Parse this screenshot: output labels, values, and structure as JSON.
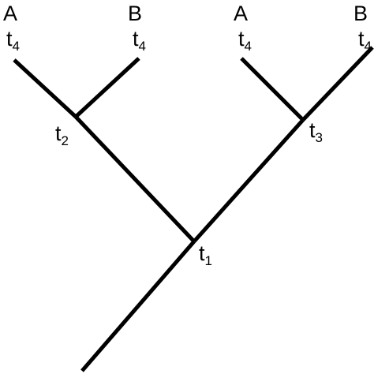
{
  "diagram": {
    "time_symbol": "t",
    "tips": [
      {
        "taxon": "A",
        "time_subscript": "4"
      },
      {
        "taxon": "B",
        "time_subscript": "4"
      },
      {
        "taxon": "A",
        "time_subscript": "4"
      },
      {
        "taxon": "B",
        "time_subscript": "4"
      }
    ],
    "internal_nodes": [
      {
        "time_subscript": "2"
      },
      {
        "time_subscript": "1"
      },
      {
        "time_subscript": "3"
      }
    ]
  }
}
